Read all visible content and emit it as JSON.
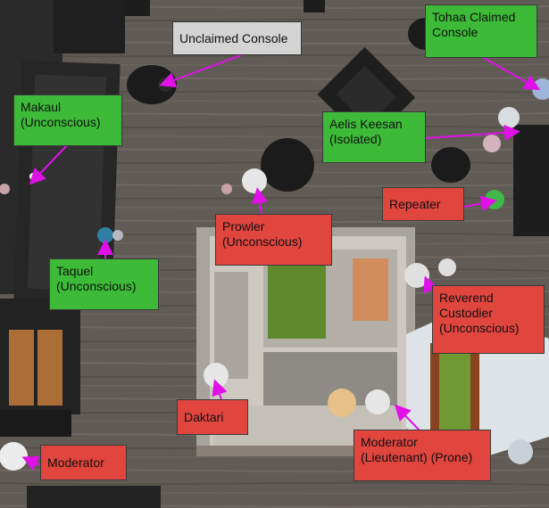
{
  "colors": {
    "arrow": "#e010e8",
    "friendly_label": "#3dbb38",
    "enemy_label": "#e0453e",
    "neutral_label": "#d4d4d4"
  },
  "labels": {
    "unclaimed_console": "Unclaimed Console",
    "tohaa_claimed_console": "Tohaa Claimed\nConsole",
    "makaul": "Makaul\n(Unconscious)",
    "aelis_keesan": "Aelis Keesan\n(Isolated)",
    "repeater": "Repeater",
    "prowler": "Prowler\n(Unconscious)",
    "taquel": "Taquel\n(Unconscious)",
    "reverend_custodier": "Reverend\nCustodier\n(Unconscious)",
    "daktari": "Daktari",
    "moderator": "Moderator",
    "moderator_lieutenant": "Moderator\n(Lieutenant) (Prone)"
  }
}
